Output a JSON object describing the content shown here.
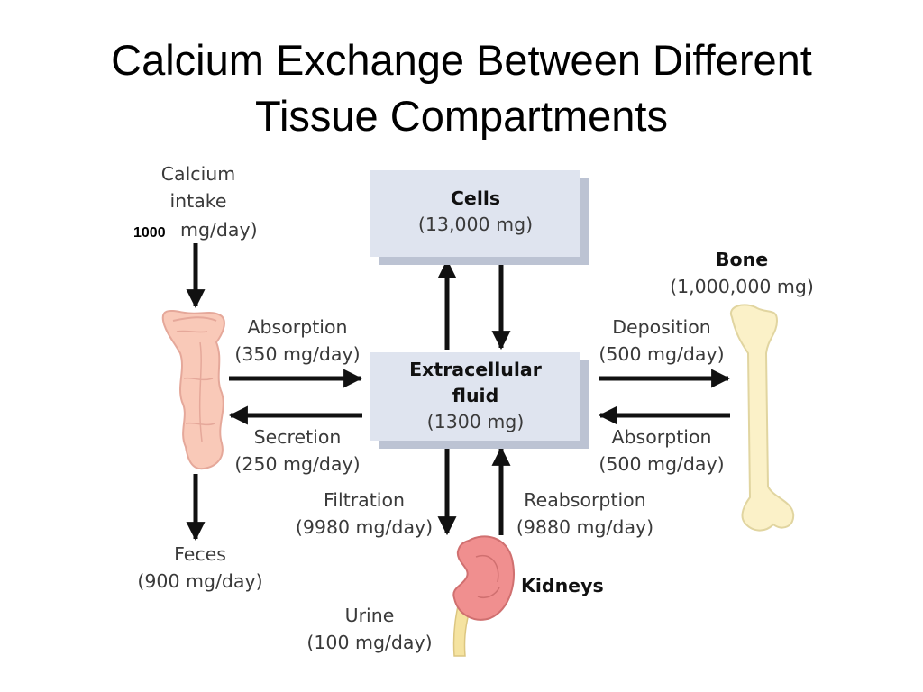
{
  "slide": {
    "title_line1": "Calcium Exchange Between Different",
    "title_line2": "Tissue Compartments"
  },
  "compartments": {
    "cells": {
      "name": "Cells",
      "amount": "(13,000 mg)"
    },
    "ecf": {
      "name_line1": "Extracellular",
      "name_line2": "fluid",
      "amount": "(1300 mg)"
    },
    "bone": {
      "name": "Bone",
      "amount": "(1,000,000 mg)"
    },
    "kidneys": {
      "name": "Kidneys"
    }
  },
  "flows": {
    "intake": {
      "line1": "Calcium",
      "line2": "intake",
      "value": "1000",
      "unit": "mg/day)"
    },
    "gut_absorption": {
      "name": "Absorption",
      "rate": "(350 mg/day)"
    },
    "secretion": {
      "name": "Secretion",
      "rate": "(250 mg/day)"
    },
    "feces": {
      "name": "Feces",
      "rate": "(900 mg/day)"
    },
    "deposition": {
      "name": "Deposition",
      "rate": "(500 mg/day)"
    },
    "bone_absorption": {
      "name": "Absorption",
      "rate": "(500 mg/day)"
    },
    "filtration": {
      "name": "Filtration",
      "rate": "(9980 mg/day)"
    },
    "reabsorption": {
      "name": "Reabsorption",
      "rate": "(9880 mg/day)"
    },
    "urine": {
      "name": "Urine",
      "rate": "(100 mg/day)"
    }
  },
  "colors": {
    "box_fill": "#dfe4ef",
    "box_shadow": "#bcc3d3",
    "intestine": "#f9c9b8",
    "bone": "#fbf1c8",
    "kidney": "#f08f8f",
    "ureter": "#f5e3a0",
    "arrow": "#111111"
  }
}
